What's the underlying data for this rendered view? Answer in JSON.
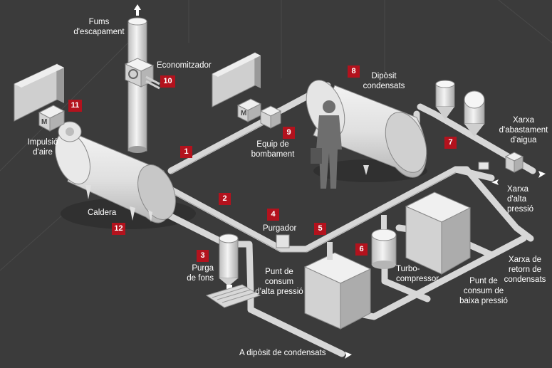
{
  "labels": {
    "fums": "Fums\nd'escapament",
    "economitzador": "Economitzador",
    "diposit": "Dipòsit\ncondensats",
    "impulsio": "Impulsió\nd'aire",
    "caldera": "Caldera",
    "equip": "Equip de\nbombament",
    "purgador": "Purgador",
    "purga": "Purga\nde fons",
    "punt_alta": "Punt de\nconsum\nd'alta pressió",
    "turbo": "Turbo-\ncompressor",
    "punt_baixa": "Punt de\nconsum de\nbaixa pressió",
    "xarxa_aigua": "Xarxa\nd'abastament\nd'aigua",
    "xarxa_alta": "Xarxa\nd'alta\npressió",
    "xarxa_retorn": "Xarxa de\nretorn de\ncondensats",
    "a_diposit": "A dipòsit de condensats",
    "motor_letter": "M"
  },
  "badges": {
    "b1": "1",
    "b2": "2",
    "b3": "3",
    "b4": "4",
    "b5": "5",
    "b6": "6",
    "b7": "7",
    "b8": "8",
    "b9": "9",
    "b10": "10",
    "b11": "11",
    "b12": "12"
  },
  "colors": {
    "background": "#3b3b3b",
    "pipe": "#d9d9d9",
    "equipment": "#e6e6e6",
    "badge": "#b3121d",
    "text": "#ffffff"
  }
}
